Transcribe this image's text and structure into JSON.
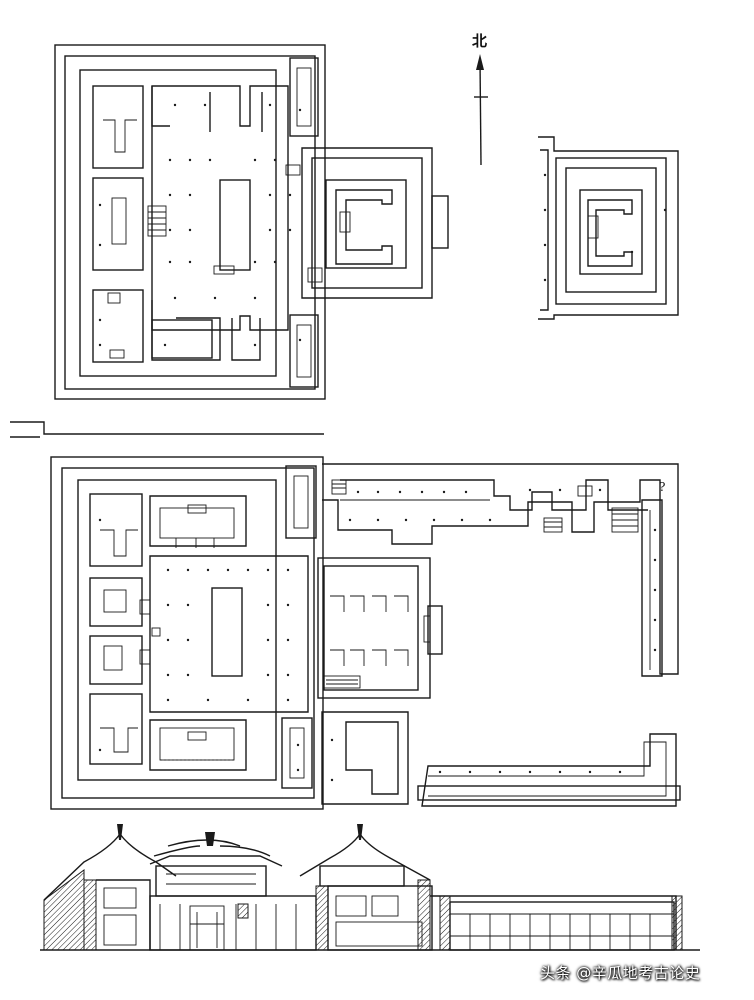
{
  "north_arrow": {
    "label": "北"
  },
  "annotation": {
    "unknown_mark": "?"
  },
  "watermark": {
    "text": "头条 @辛瓜地考古论史"
  },
  "plans": [
    {
      "id": "upper-plan",
      "walls": "concentric-rectangular"
    },
    {
      "id": "upper-right-plan",
      "walls": "concentric-rectangular"
    },
    {
      "id": "lower-plan",
      "walls": "concentric-rectangular-with-corridor"
    }
  ],
  "section": {
    "id": "elevation-section"
  },
  "colors": {
    "ink": "#1a1a1a",
    "paper": "#ffffff"
  }
}
